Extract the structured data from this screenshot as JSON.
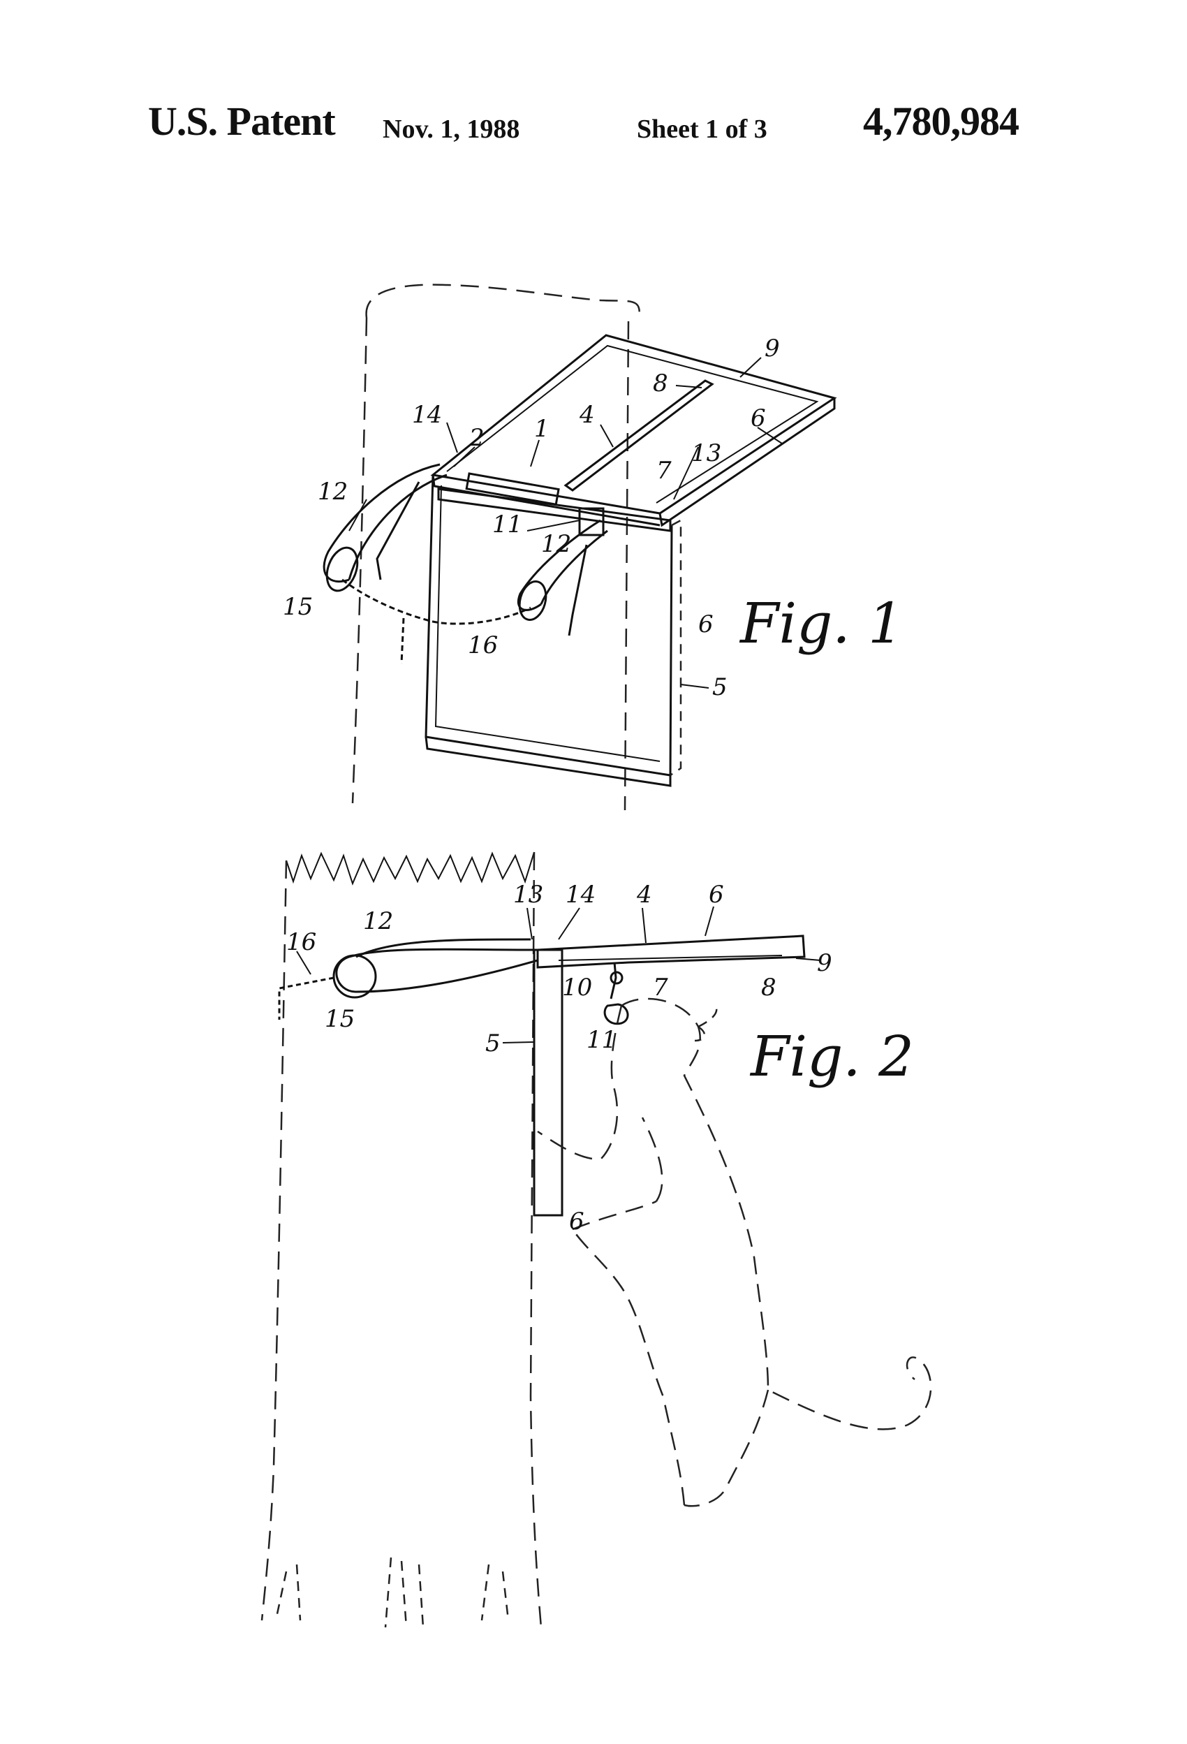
{
  "header": {
    "title": "U.S. Patent",
    "date": "Nov. 1, 1988",
    "sheet": "Sheet 1 of 3",
    "patent_number": "4,780,984"
  },
  "figures": [
    {
      "caption": "Fig. 1",
      "labels": {
        "l9": "9",
        "l8": "8",
        "l4": "4",
        "l6": "6",
        "l1": "1",
        "l2": "2",
        "l14": "14",
        "l7": "7",
        "l13": "13",
        "l11": "11",
        "l12a": "12",
        "l12b": "12",
        "l15": "15",
        "l16": "16",
        "l6b": "6",
        "l5": "5"
      }
    },
    {
      "caption": "Fig. 2",
      "labels": {
        "l13": "13",
        "l14": "14",
        "l4": "4",
        "l6": "6",
        "l12": "12",
        "l16": "16",
        "l9": "9",
        "l10": "10",
        "l7": "7",
        "l8": "8",
        "l15": "15",
        "l5": "5",
        "l11": "11",
        "l6b": "6"
      }
    }
  ]
}
